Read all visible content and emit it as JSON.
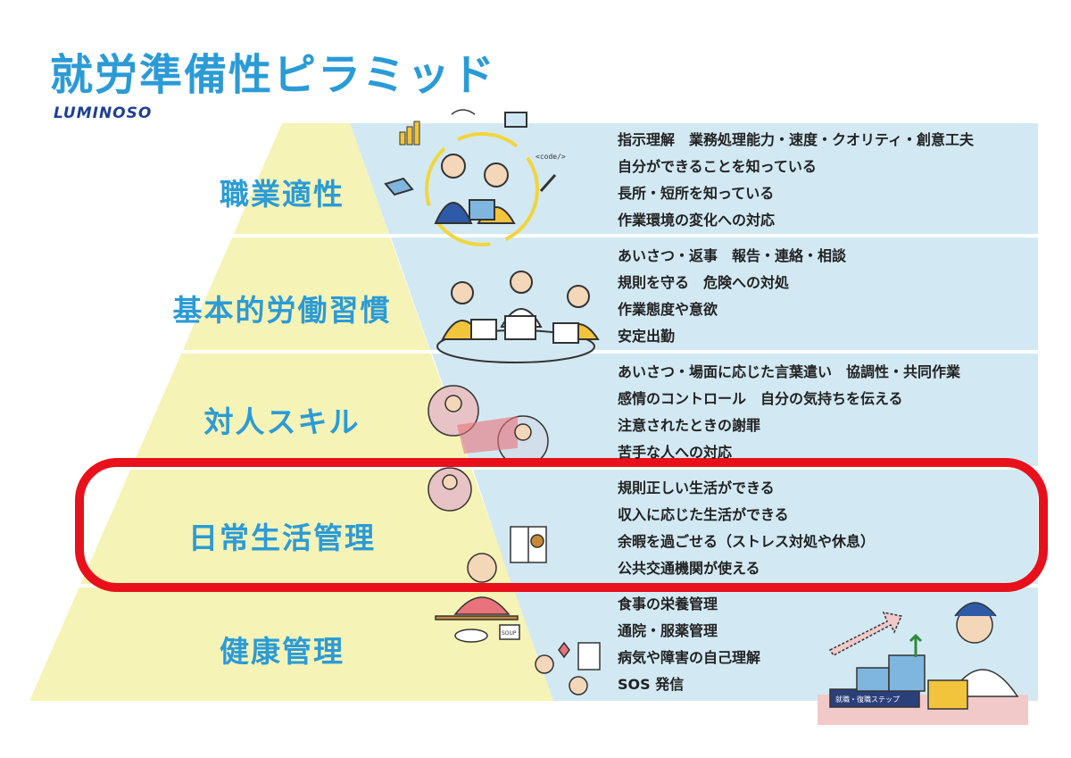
{
  "title": "就労準備性ピラミッド",
  "brand": "LUMINOSO",
  "colors": {
    "accent": "#2b9bd6",
    "band": "#d2e9f3",
    "pyramid": "#f6f3b6",
    "highlight": "#e8101b",
    "text": "#222222"
  },
  "levels": [
    {
      "label": "職業適性",
      "items": [
        "指示理解　業務処理能力・速度・クオリティ・創意工夫",
        "自分ができることを知っている",
        "長所・短所を知っている",
        "作業環境の変化への対応"
      ]
    },
    {
      "label": "基本的労働習慣",
      "items": [
        "あいさつ・返事　報告・連絡・相談",
        "規則を守る　危険への対処",
        "作業態度や意欲",
        "安定出勤"
      ]
    },
    {
      "label": "対人スキル",
      "items": [
        "あいさつ・場面に応じた言葉遣い　協調性・共同作業",
        "感情のコントロール　自分の気持ちを伝える",
        "注意されたときの謝罪",
        "苦手な人への対応"
      ]
    },
    {
      "label": "日常生活管理",
      "items": [
        "規則正しい生活ができる",
        "収入に応じた生活ができる",
        "余暇を過ごせる（ストレス対処や休息）",
        "公共交通機関が使える"
      ]
    },
    {
      "label": "健康管理",
      "items": [
        "食事の栄養管理",
        "通院・服薬管理",
        "病気や障害の自己理解",
        "SOS 発信"
      ]
    }
  ],
  "illustrations": {
    "code_tag": "<code/>",
    "soup_tag": "SOUP",
    "step_sign": "就職・復職ステップ"
  }
}
